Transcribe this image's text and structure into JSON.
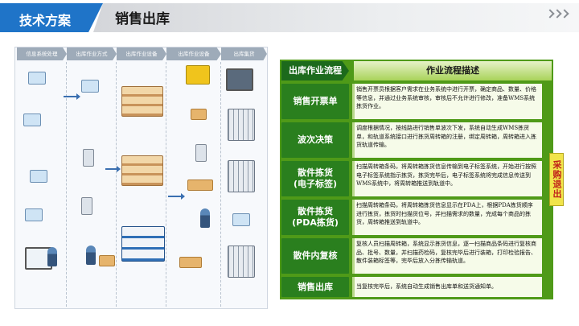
{
  "header": {
    "section": "技术方案",
    "title": "销售出库"
  },
  "diagram": {
    "columns": [
      "信息系统处理",
      "出库作业方式",
      "出库作业设备",
      "出库作业设备",
      "出库集货"
    ]
  },
  "flow": {
    "head_left": "出库作业流程",
    "head_right": "作业流程描述",
    "steps": [
      {
        "label": "销售开票单",
        "label2": "",
        "desc": "销售开票员根据客户需求在业务系统中进行开票，确定商品、数量、价格等信息，并通过业务系统审核，审核后不允许进行修改，准备WMS系统拣货作业。"
      },
      {
        "label": "波次决策",
        "label2": "",
        "desc": "调度根据情况，按线路进行销售单波次下发，系统自动生成WMS拣货单，和轨道系统接口进行拣货周转箱的注册，绑定周转箱，周转箱进入拣货轨道传输。"
      },
      {
        "label": "散件拣货",
        "label2": "(电子标签)",
        "desc": "扫描周转箱条码，将周转箱拣货信息传输到电子标签系统，开始进行按照电子标签系统指示拣货，拣货完毕后，电子标签系统将完成信息传送到WMS系统中，将周转箱推送到轨道中。"
      },
      {
        "label": "散件拣货",
        "label2": "(PDA拣货)",
        "desc": "扫描周转箱条码，将周转箱拣货信息显示在PDA上，根据PDA拣货顺序进行拣货，拣货时扫描货位号，并扫描需求的数量，完成每个商品的拣货，周转箱推送到轨道中。"
      },
      {
        "label": "散件内复核",
        "label2": "",
        "desc": "复核人员扫描周转箱，系统显示拣货信息，逐一扫描商品条码进行复核商品、批号、数量，并扫描药检码，复核完毕后进行装箱，打印检验报告、散件装箱标签等，完毕后放入分拣传输轨道。"
      },
      {
        "label": "销售出库",
        "label2": "",
        "desc": "当复核完毕后，系统自动生成销售出库单和送货通知单。"
      }
    ]
  },
  "side_label": "采购退出"
}
